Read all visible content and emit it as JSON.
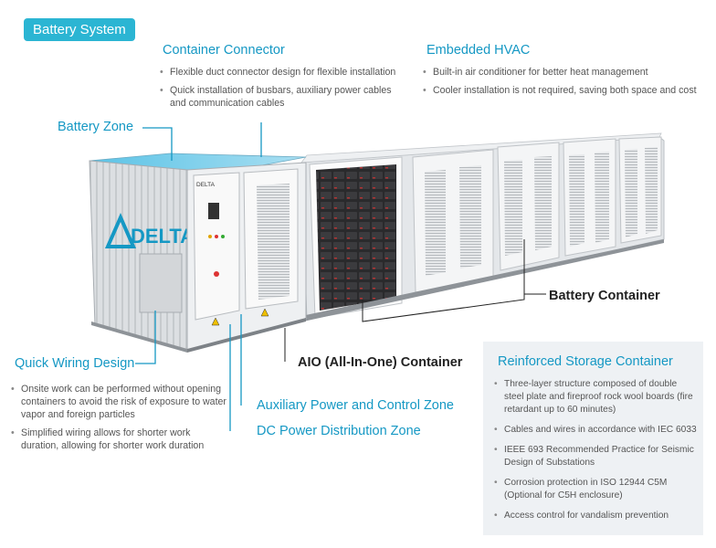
{
  "badge": "Battery System",
  "container_connector": {
    "title": "Container Connector",
    "bullets": [
      "Flexible duct connector design for flexible installation",
      "Quick installation of busbars, auxiliary power cables and communication cables"
    ]
  },
  "embedded_hvac": {
    "title": "Embedded HVAC",
    "bullets": [
      "Built-in air conditioner for better heat management",
      "Cooler installation is not required, saving both space and cost"
    ]
  },
  "battery_zone": {
    "title": "Battery Zone"
  },
  "brand_logo": "DELTA",
  "door_logo": "DELTA",
  "battery_container": {
    "title": "Battery Container"
  },
  "aio_container": {
    "title": "AIO (All-In-One) Container"
  },
  "quick_wiring": {
    "title": "Quick Wiring Design",
    "bullets": [
      "Onsite work can be performed without opening containers to avoid the risk of exposure to water vapor and foreign particles",
      "Simplified wiring allows for shorter work duration, allowing for shorter work duration"
    ]
  },
  "aux_power_zone": {
    "title": "Auxiliary Power and Control Zone"
  },
  "dc_power_zone": {
    "title": "DC Power Distribution Zone"
  },
  "reinforced_storage": {
    "title": "Reinforced Storage Container",
    "bullets": [
      "Three-layer structure composed of double steel plate and fireproof rock wool boards (fire retardant up to 60 minutes)",
      "Cables and wires in accordance with IEC 6033",
      "IEEE 693 Recommended Practice for Seismic Design of Substations",
      "Corrosion protection in ISO 12944 C5M (Optional for C5H enclosure)",
      "Access control for vandalism prevention"
    ]
  },
  "colors": {
    "accent": "#1598c4",
    "badge": "#2bb5d3",
    "panel": "#eef1f4"
  }
}
